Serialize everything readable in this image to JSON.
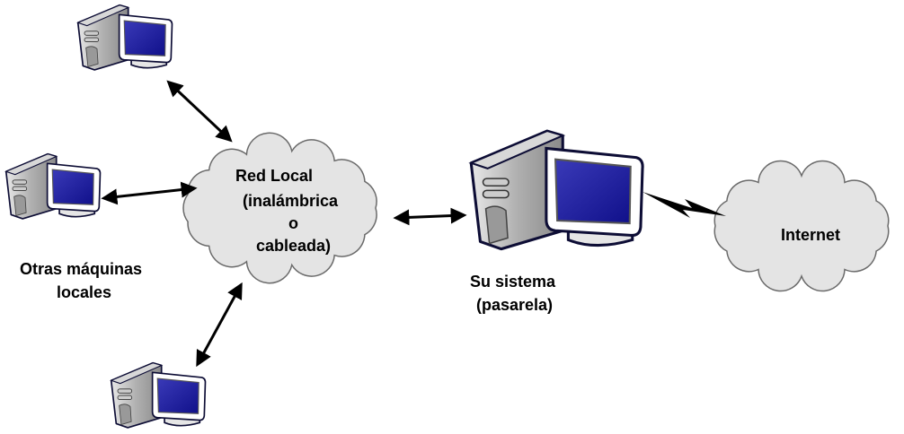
{
  "cloud_local": {
    "lines": [
      "Red Local",
      "(inalámbrica",
      "o",
      "cableada)"
    ]
  },
  "cloud_internet": {
    "label": "Internet"
  },
  "others_label": {
    "lines": [
      "Otras máquinas",
      "locales"
    ]
  },
  "gateway_label": {
    "lines": [
      "Su sistema",
      "(pasarela)"
    ]
  },
  "colors": {
    "cloud_fill": "#e4e4e4",
    "cloud_stroke": "#6a6a6a",
    "screen": "#1a1a9c",
    "outline": "#0d0d35"
  }
}
